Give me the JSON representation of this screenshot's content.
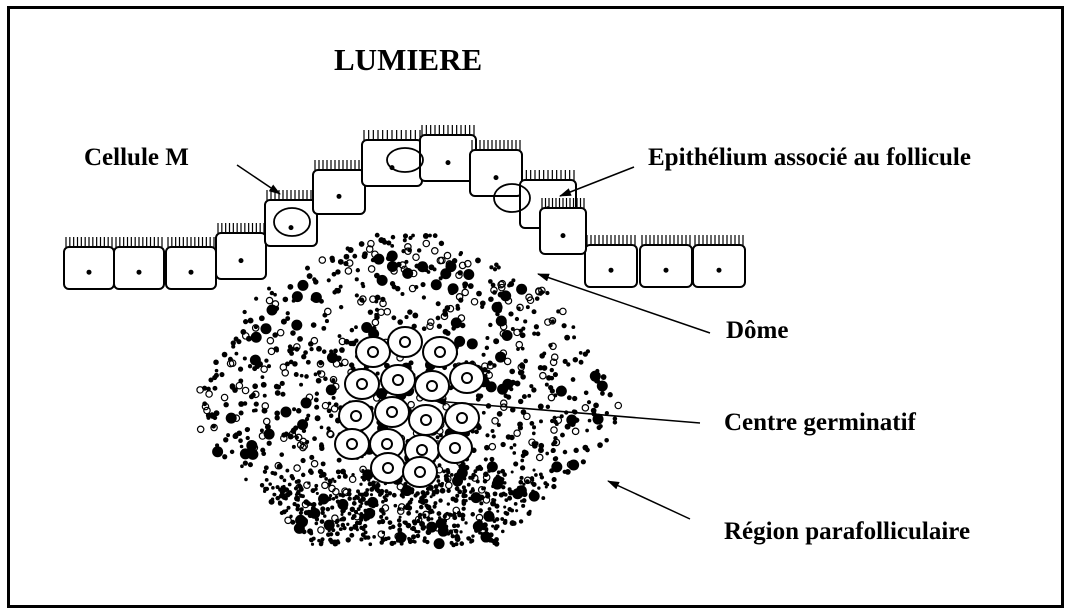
{
  "diagram": {
    "title": "LUMIERE",
    "labels": {
      "m_cell": "Cellule M",
      "epithelium": "Epithélium associé au follicule",
      "dome": "Dôme",
      "germinal_center": "Centre germinatif",
      "parafollicular": "Région parafolliculaire"
    }
  },
  "colors": {
    "ink": "#000000",
    "background": "#ffffff"
  }
}
